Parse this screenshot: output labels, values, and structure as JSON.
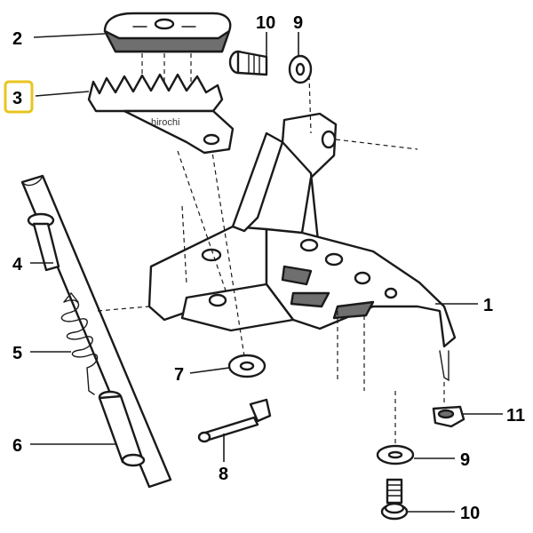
{
  "diagram": {
    "callouts": {
      "c2": "2",
      "c3": "3",
      "c10_top": "10",
      "c9_top": "9",
      "c4": "4",
      "c5": "5",
      "c6": "6",
      "c7": "7",
      "c8": "8",
      "c1": "1",
      "c11": "11",
      "c9_bottom": "9",
      "c10_bottom": "10"
    },
    "watermark": "hirochi",
    "highlight_color": "#e8c51e"
  }
}
